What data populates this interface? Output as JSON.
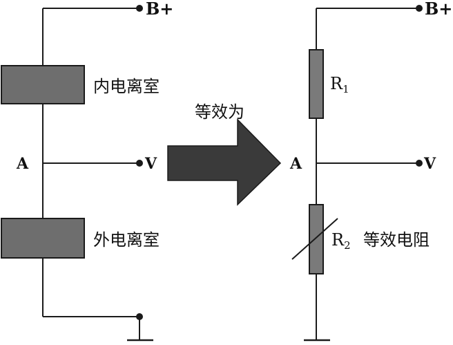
{
  "colors": {
    "wire": "#1a1a1a",
    "chamber_fill": "#6e6e6e",
    "resistor_fill": "#7a7a7a",
    "arrow_fill": "#3a3a3a",
    "text": "#111111"
  },
  "left_circuit": {
    "supply_label": "B+",
    "node_label": "A",
    "output_label": "V",
    "inner_chamber_label": "内电离室",
    "outer_chamber_label": "外电离室"
  },
  "arrow": {
    "label": "等效为"
  },
  "right_circuit": {
    "supply_label": "B+",
    "node_label": "A",
    "output_label": "V",
    "r1_letter": "R",
    "r1_sub": "1",
    "r2_letter": "R",
    "r2_sub": "2",
    "r2_desc": "等效电阻"
  }
}
